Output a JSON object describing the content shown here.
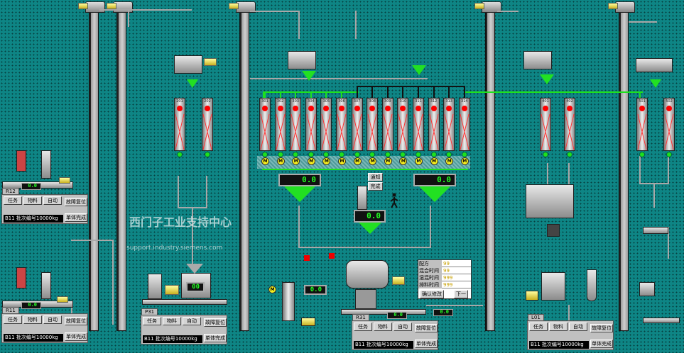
{
  "colors": {
    "background": "#0e8585",
    "active": "#1ee01e",
    "alarm": "#ff0000",
    "motor": "#f0e060"
  },
  "elevators": [
    "elevator-1",
    "elevator-2",
    "elevator-3",
    "elevator-4",
    "elevator-5"
  ],
  "center_bins": [
    "301",
    "302",
    "303",
    "304",
    "305",
    "306",
    "307",
    "308",
    "309",
    "310",
    "311",
    "312",
    "313",
    "314"
  ],
  "side_bins": [
    "201",
    "202",
    "401",
    "402",
    "501",
    "502"
  ],
  "scales": {
    "left": {
      "value": "0.0"
    },
    "right": {
      "value": "0.0"
    },
    "hand_add": {
      "value": "0.0",
      "notify_label": "通知",
      "finish_label": "完成"
    }
  },
  "pellet_display": {
    "value": "00",
    "sub": "0"
  },
  "liquid_display": {
    "value": "0.0"
  },
  "conveyor_readouts": [
    "0.0",
    "0.0",
    "0.0",
    "0.0"
  ],
  "info_box": {
    "rows": [
      {
        "label": "配方",
        "value": "99"
      },
      {
        "label": "混合时间",
        "value": "99"
      },
      {
        "label": "湿混时间",
        "value": "999"
      },
      {
        "label": "排料时间",
        "value": "999"
      }
    ],
    "confirm_label": "确认修改",
    "next_label": "下一"
  },
  "panels": [
    {
      "id": "R12",
      "task": "任务",
      "material": "物料",
      "auto": "自动",
      "reset": "故障复位",
      "done": "单体完成",
      "status": "B11 批次编号10000kg"
    },
    {
      "id": "R11",
      "task": "任务",
      "material": "物料",
      "auto": "自动",
      "reset": "故障复位",
      "done": "单体完成",
      "status": "B11 批次编号10000kg"
    },
    {
      "id": "P31",
      "task": "任务",
      "material": "物料",
      "auto": "自动",
      "reset": "故障复位",
      "done": "单体完成",
      "status": "B11 批次编号10000kg"
    },
    {
      "id": "R31",
      "task": "任务",
      "material": "物料",
      "auto": "自动",
      "reset": "故障复位",
      "done": "单体完成",
      "status": "B11 批次编号10000kg"
    },
    {
      "id": "L01",
      "task": "任务",
      "material": "物料",
      "auto": "自动",
      "reset": "故障复位",
      "done": "单体完成",
      "status": "B11 批次编号10000kg"
    }
  ],
  "watermark": {
    "line1": "西门子工业支持中心",
    "line2": "support.industry.siemens.com"
  }
}
